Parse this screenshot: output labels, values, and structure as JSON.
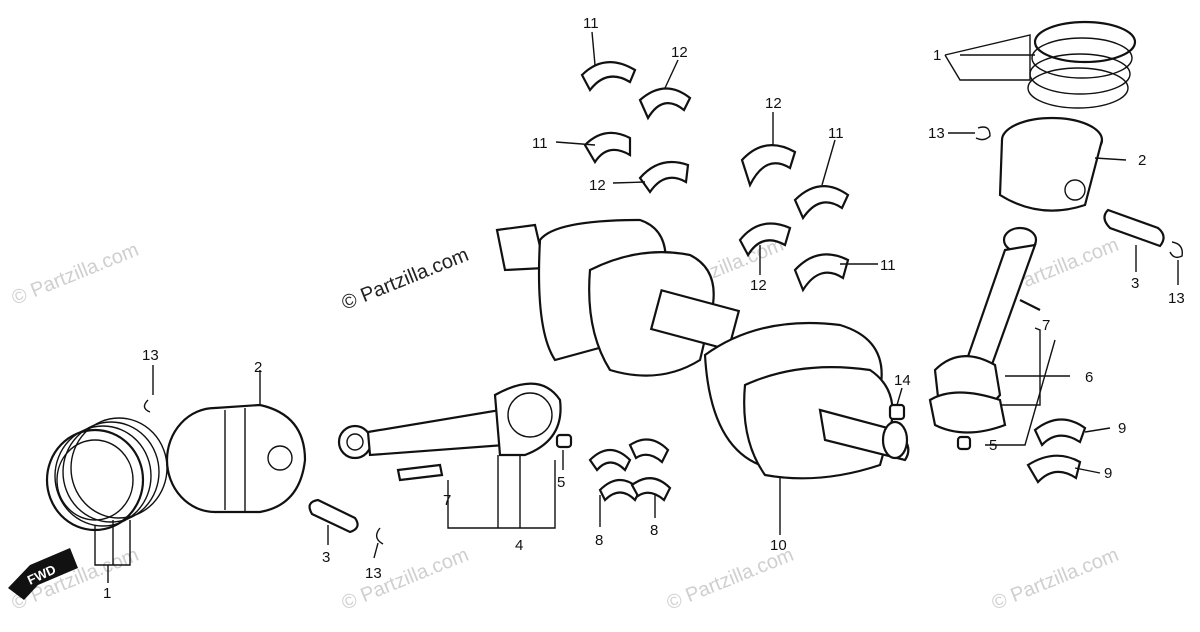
{
  "watermark": {
    "text": "© Partzilla.com",
    "color": "#cfcfcf"
  },
  "fwd_label": "FWD",
  "callouts": {
    "c1_left": "1",
    "c2_left": "2",
    "c13_left_top": "13",
    "c3_left": "3",
    "c13_left_bottom": "13",
    "c7_left": "7",
    "c4": "4",
    "c5_left": "5",
    "c8_a": "8",
    "c8_b": "8",
    "c10": "10",
    "c14": "14",
    "c11_a": "11",
    "c12_a": "12",
    "c11_b": "11",
    "c12_b": "12",
    "c12_c": "12",
    "c11_c": "11",
    "c12_d": "12",
    "c11_d": "11",
    "c1_right": "1",
    "c13_right_top": "13",
    "c2_right": "2",
    "c3_right": "3",
    "c13_right_bottom": "13",
    "c7_right": "7",
    "c6": "6",
    "c5_right": "5",
    "c9_a": "9",
    "c9_b": "9"
  }
}
